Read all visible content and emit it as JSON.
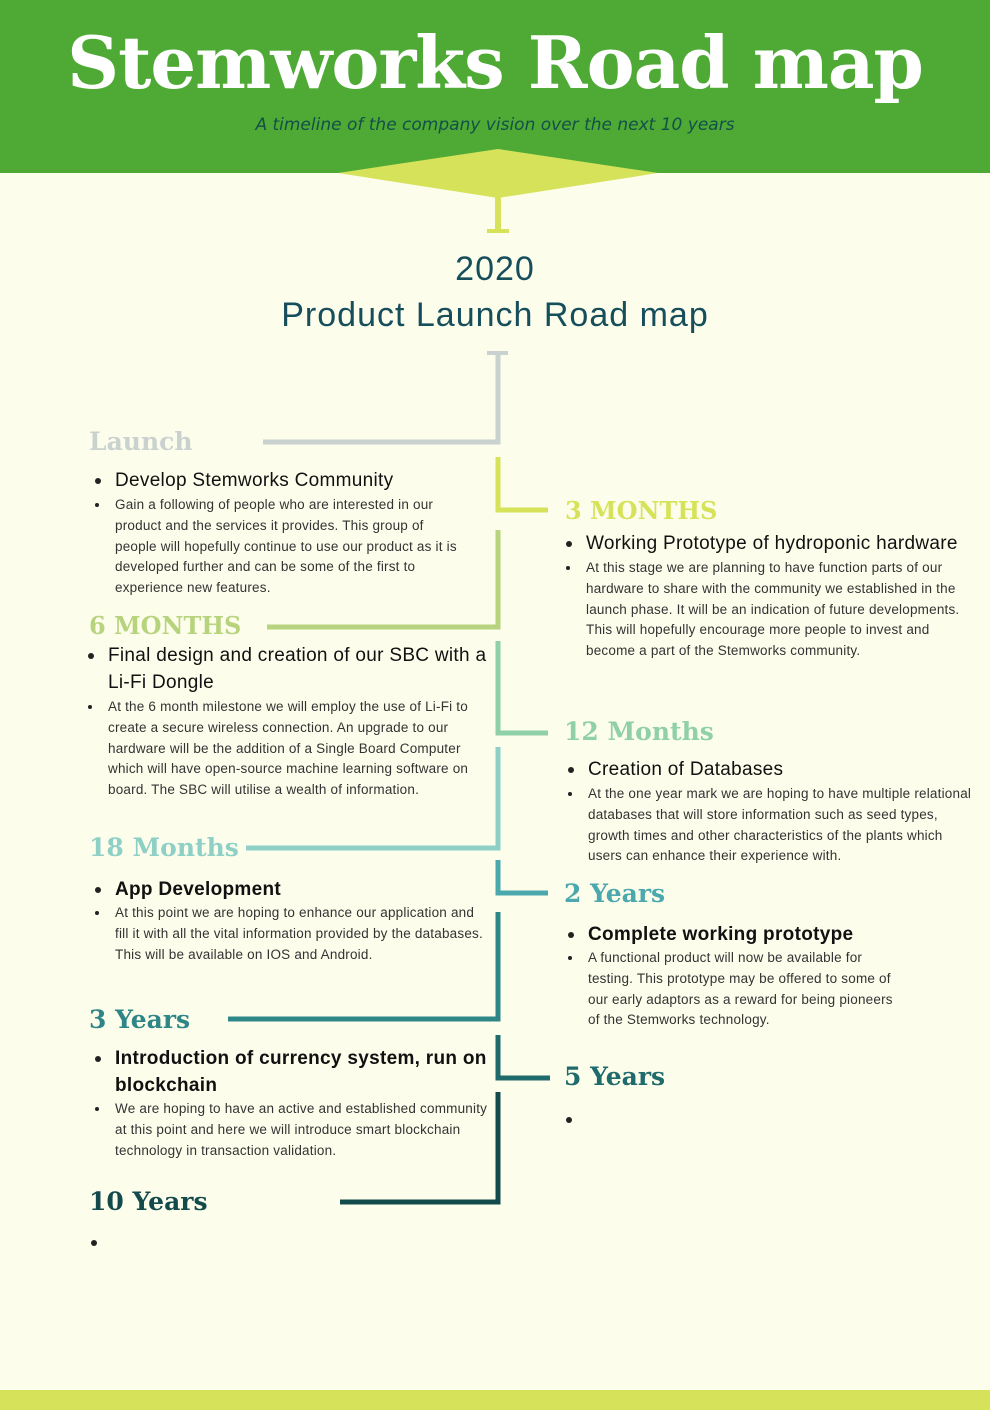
{
  "header": {
    "title": "Stemworks Road map",
    "subtitle": "A timeline of the company vision over the next 10 years"
  },
  "year": "2020",
  "plan_title": "Product Launch Road map",
  "colors": {
    "header_green": "#4eaa35",
    "lime": "#d6e35a",
    "page_bg": "#fdfdec",
    "launch": "#c9d2cf",
    "three_months": "#d6e35a",
    "six_months": "#b7d37d",
    "twelve_months": "#8fd0a8",
    "eighteen_months": "#8ed0c6",
    "two_years": "#4ba8ad",
    "three_years": "#2f8686",
    "five_years": "#1f6a6b",
    "ten_years": "#134a4c"
  },
  "milestones": [
    {
      "label": "Launch",
      "heading": "Develop Stemworks Community",
      "description": "Gain a following of people who are interested in our product and the services it provides. This group of people will hopefully continue to use our product as it is developed further and can be some of the first to experience new features."
    },
    {
      "label": "3 MONTHS",
      "heading": "Working Prototype of hydroponic hardware",
      "description": "At this stage we are planning to have function parts of our hardware to share with the community we established in the launch phase. It will be an indication of future developments. This will hopefully encourage more people to invest and become a part of the Stemworks community."
    },
    {
      "label": "6 MONTHS",
      "heading": "Final design and creation of our SBC with a Li-Fi Dongle",
      "description": "At the 6 month milestone we will employ the use of Li-Fi to create a secure wireless connection.  An upgrade to our hardware will be the addition of a Single Board Computer which will have  open-source machine learning software on board. The SBC will utilise a wealth of information."
    },
    {
      "label": "12 Months",
      "heading": "Creation of Databases",
      "description": "At the one year mark we are hoping to have multiple relational databases that will store information such as seed types, growth times and other characteristics of the plants which users can enhance their experience with."
    },
    {
      "label": "18 Months",
      "heading": "App Development",
      "description": "At this point we are hoping to enhance our application and fill it with all the vital information provided by the databases.  This will be available on IOS and Android."
    },
    {
      "label": "2 Years",
      "heading": "Complete working prototype",
      "description": "A functional product will now be available for testing. This prototype may be offered to some of our early adaptors as a reward for being pioneers of the Stemworks technology."
    },
    {
      "label": "3 Years",
      "heading": "Introduction of currency system, run on blockchain",
      "description": "We are hoping to have an active and established community at this point and here we will introduce smart blockchain technology in transaction validation."
    },
    {
      "label": "5 Years",
      "heading": "",
      "description": ""
    },
    {
      "label": "10 Years",
      "heading": "",
      "description": ""
    }
  ]
}
